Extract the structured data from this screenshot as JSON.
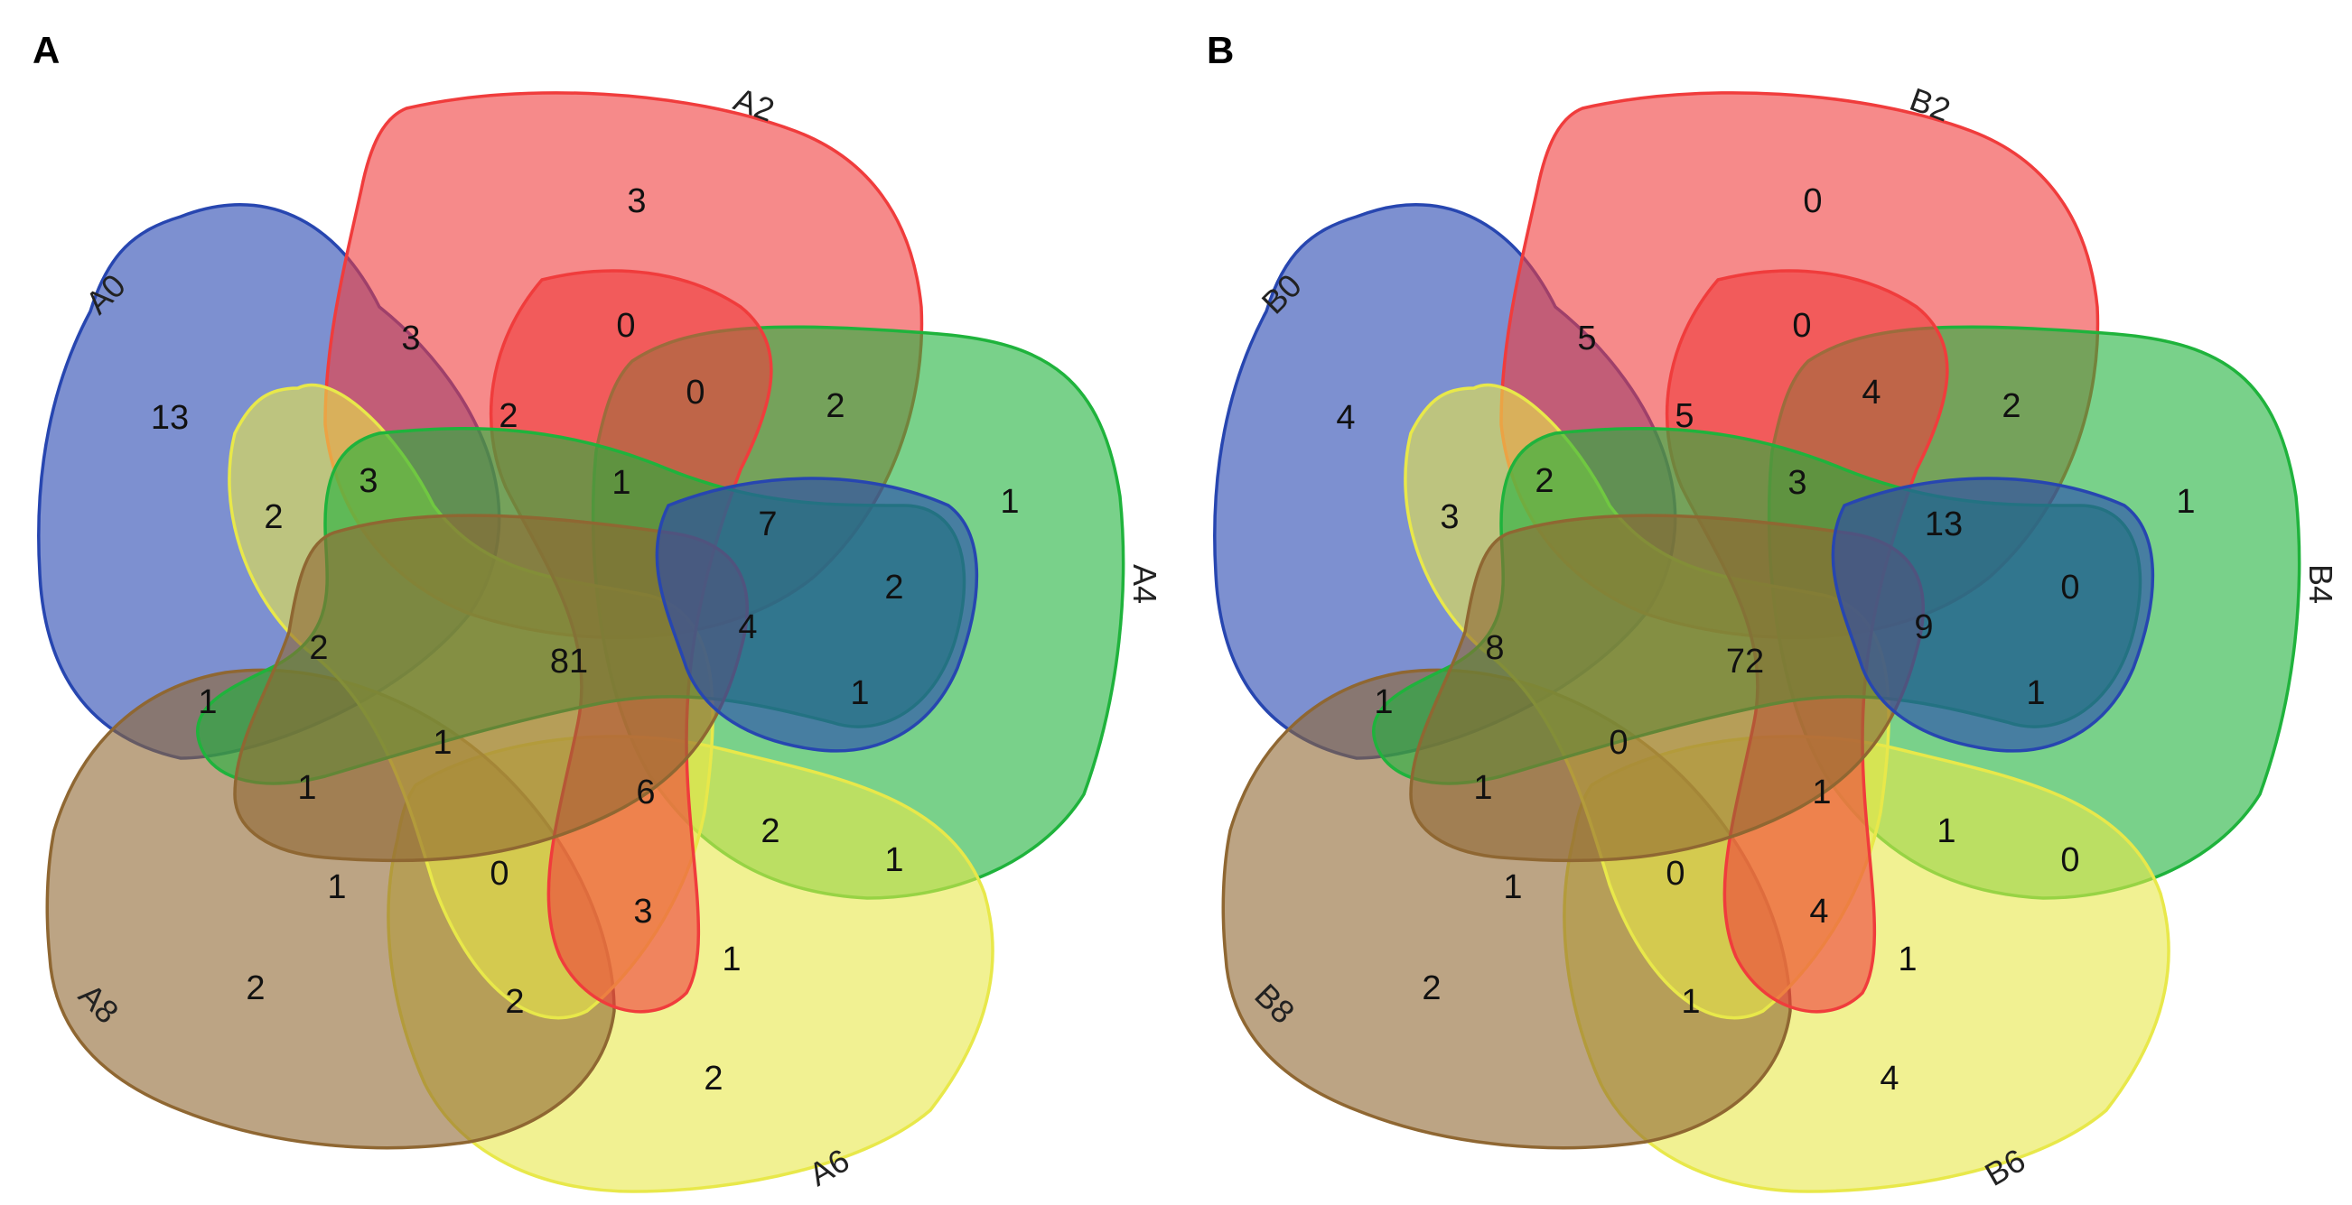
{
  "panels": [
    {
      "letter": "A",
      "sets": [
        "A0",
        "A2",
        "A4",
        "A6",
        "A8"
      ],
      "colors": [
        "#2746b0",
        "#f03c3c",
        "#1fb33c",
        "#e8e84a",
        "#8f6732"
      ],
      "counts": [
        "13",
        "3",
        "1",
        "2",
        "2",
        "3",
        "0",
        "2",
        "1",
        "2",
        "2",
        "0",
        "7",
        "4",
        "1",
        "2",
        "1",
        "1",
        "6",
        "3",
        "1",
        "0",
        "2",
        "1",
        "1",
        "2",
        "2",
        "81",
        "1",
        "2",
        "3"
      ]
    },
    {
      "letter": "B",
      "sets": [
        "B0",
        "B2",
        "B4",
        "B6",
        "B8"
      ],
      "colors": [
        "#2746b0",
        "#f03c3c",
        "#1fb33c",
        "#e8e84a",
        "#8f6732"
      ],
      "counts": [
        "4",
        "0",
        "1",
        "4",
        "2",
        "5",
        "0",
        "2",
        "0",
        "1",
        "8",
        "4",
        "13",
        "9",
        "1",
        "0",
        "1",
        "1",
        "1",
        "4",
        "1",
        "0",
        "3",
        "0",
        "1",
        "1",
        "2",
        "72",
        "3",
        "5",
        "2"
      ]
    }
  ]
}
